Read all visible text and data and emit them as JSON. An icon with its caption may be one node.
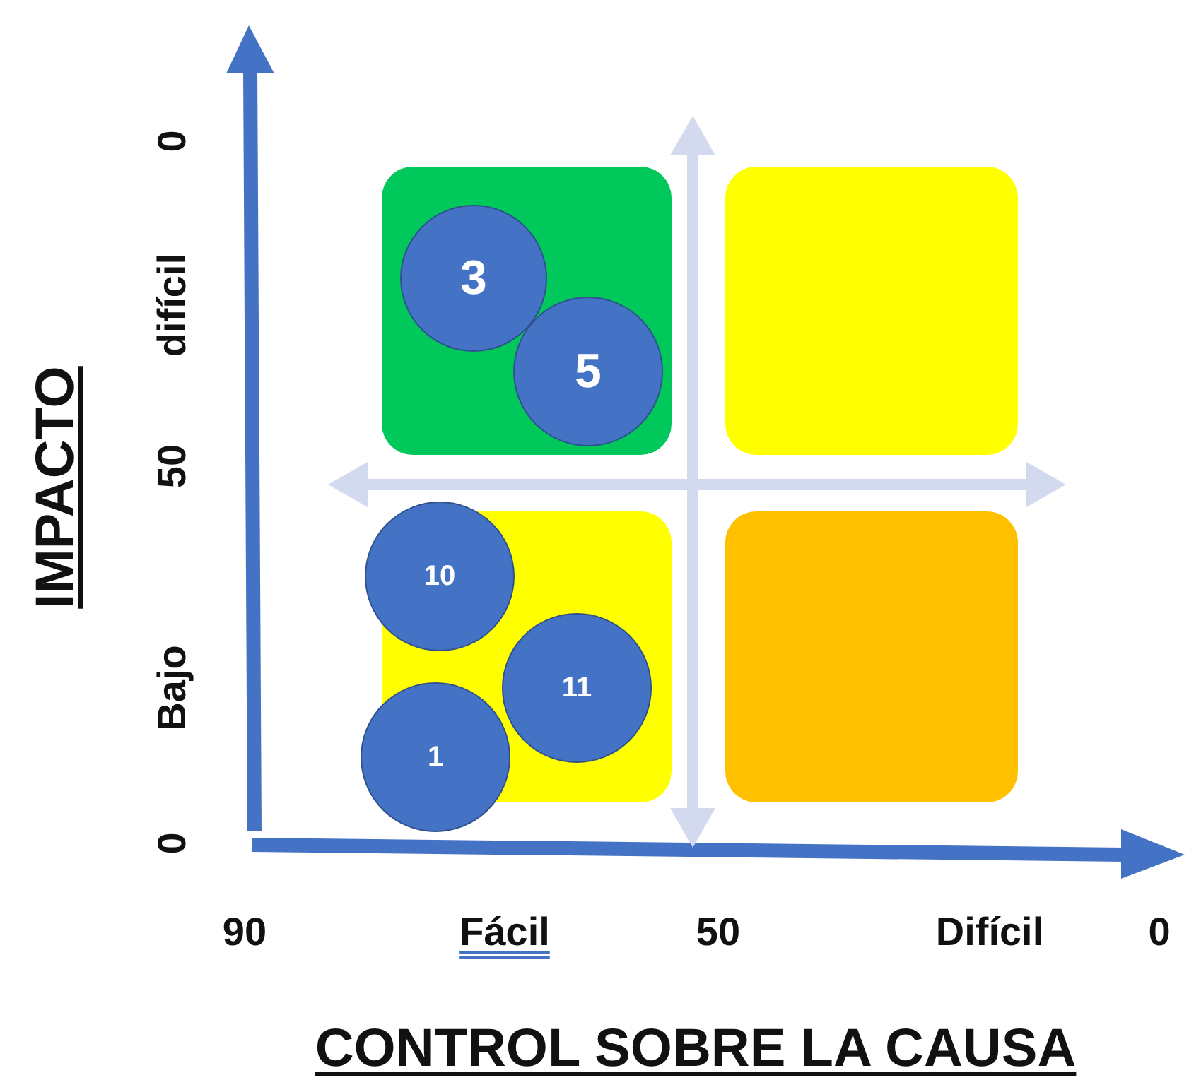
{
  "diagram": {
    "nodes": [
      {
        "text": [],
        "shape": "box"
      },
      {
        "text": [
          "3"
        ],
        "in": 0
      },
      {
        "text": [
          "5"
        ],
        "in": 0
      },
      {
        "text": [],
        "shape": "box"
      },
      {
        "text": [],
        "shape": "box"
      },
      {
        "text": [
          "10"
        ]
      },
      {
        "text": [
          "11"
        ],
        "in": 4
      },
      {
        "text": [
          "1"
        ]
      },
      {
        "text": [],
        "shape": "box"
      }
    ],
    "labels": [
      "IMPACTO",
      "0",
      "difícil",
      "50",
      "Bajo",
      "0",
      "90",
      "Fácil",
      "50",
      "Difícil",
      "0",
      "CONTROL SOBRE LA CAUSA"
    ]
  }
}
